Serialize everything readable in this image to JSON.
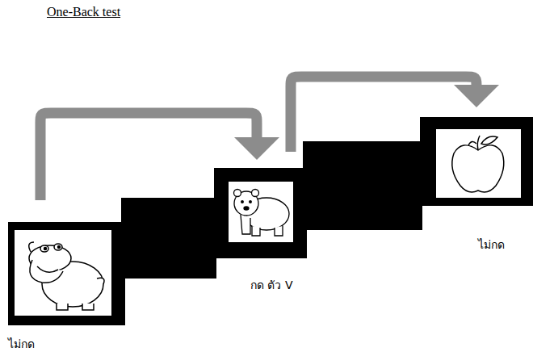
{
  "diagram": {
    "title": "One-Back test",
    "nodes": [
      {
        "text": [
          "ไม่กด"
        ]
      },
      {
        "text": [
          "กด ตัว V"
        ]
      },
      {
        "text": [
          "ไม่กด"
        ]
      }
    ],
    "edges": [
      {
        "from": 0,
        "to": 1,
        "arrow": "to"
      },
      {
        "from": 1,
        "to": 2,
        "arrow": "to"
      }
    ]
  }
}
